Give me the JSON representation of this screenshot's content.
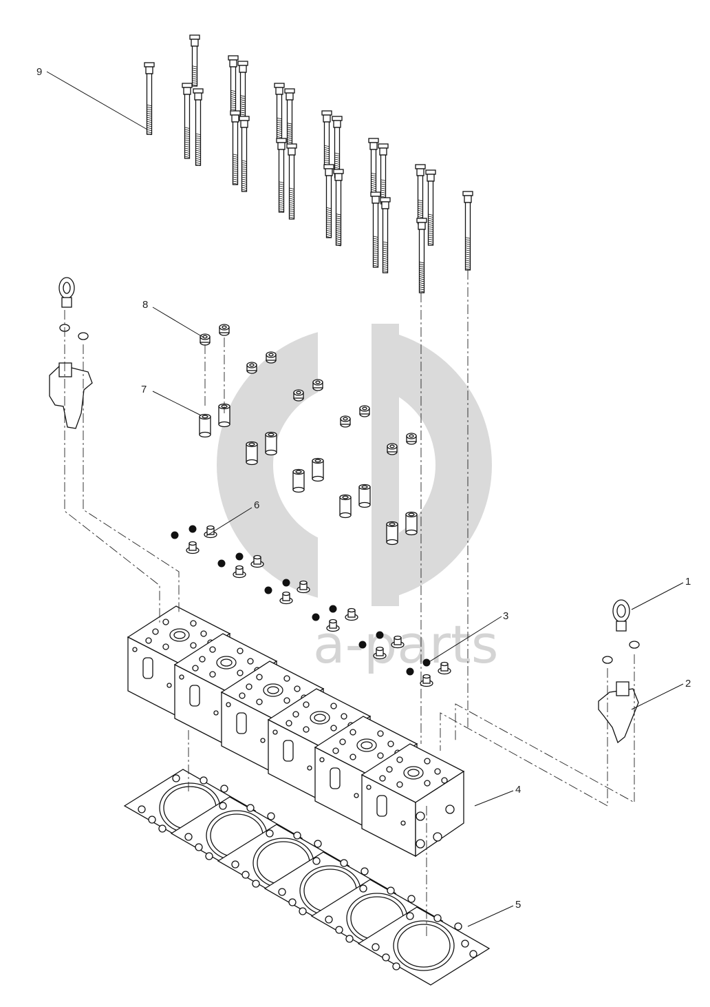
{
  "callouts": [
    {
      "id": "1",
      "label": "1"
    },
    {
      "id": "2",
      "label": "2"
    },
    {
      "id": "3",
      "label": "3"
    },
    {
      "id": "4",
      "label": "4"
    },
    {
      "id": "5",
      "label": "5"
    },
    {
      "id": "6",
      "label": "6"
    },
    {
      "id": "7",
      "label": "7"
    },
    {
      "id": "8",
      "label": "8"
    },
    {
      "id": "9",
      "label": "9"
    }
  ],
  "watermark": {
    "text": "a-parts",
    "brand_color": "#d4d4d4"
  },
  "colors": {
    "line": "#111111",
    "background": "#ffffff"
  }
}
